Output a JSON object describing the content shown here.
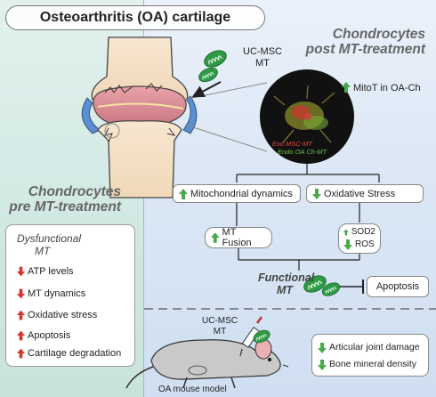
{
  "title": "Osteoarthritis (OA) cartilage",
  "post_heading_line1": "Chondrocytes",
  "post_heading_line2": "post MT-treatment",
  "pre_heading_line1": "Chondrocytes",
  "pre_heading_line2": "pre MT-treatment",
  "ucmsc_top_line1": "UC-MSC",
  "ucmsc_top_line2": "MT",
  "mitot_label": "MitoT in OA-Ch",
  "micro_label_exo": "Exo MSC-MT",
  "micro_label_endo": "Endo OA Ch-MT",
  "mito_dynamics": "Mitochondrial dynamics",
  "oxidative_stress": "Oxidative Stress",
  "mt_fusion": "MT Fusion",
  "sod2": "SOD2",
  "ros": "ROS",
  "functional_line1": "Functional",
  "functional_line2": "MT",
  "apoptosis": "Apoptosis",
  "dysfunctional_line1": "Dysfunctional",
  "dysfunctional_line2": "MT",
  "dysfunctional_list": [
    "ATP levels",
    "MT dynamics",
    "Oxidative stress",
    "Apoptosis",
    "Cartilage degradation"
  ],
  "ucmsc_mouse_line1": "UC-MSC",
  "ucmsc_mouse_line2": "MT",
  "mouse_outcomes": [
    "Articular joint damage",
    "Bone mineral density"
  ],
  "mouse_caption": "OA mouse model",
  "colors": {
    "green_arrow": "#4aa84d",
    "red_arrow": "#d8342c",
    "mito_green": "#2f9a45",
    "mito_dark": "#555"
  }
}
